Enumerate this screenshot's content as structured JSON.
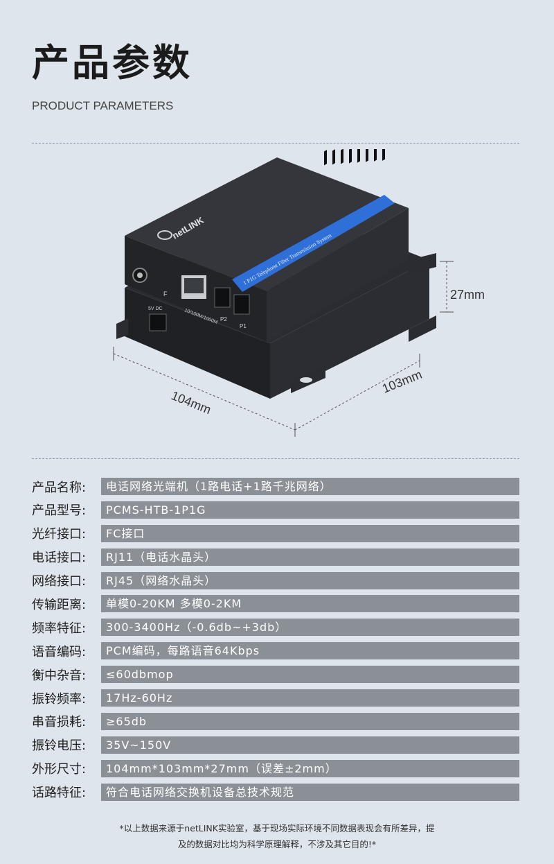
{
  "header": {
    "title": "产品参数",
    "subtitle": "PRODUCT PARAMETERS"
  },
  "product": {
    "brand": "netLINK",
    "stripe_text": "1 P1G Telephone Fiber Transmission System",
    "port_fc": "F",
    "port_rj45": "10/100M/1000M",
    "port_p2": "P2",
    "port_p1": "P1",
    "port_dc": "5V DC",
    "dim_width": "104mm",
    "dim_depth": "103mm",
    "dim_height": "27mm"
  },
  "params": [
    {
      "label": "产品名称:",
      "value": "电话网络光端机（1路电话+1路千兆网络）"
    },
    {
      "label": "产品型号:",
      "value": "PCMS-HTB-1P1G"
    },
    {
      "label": "光纤接口:",
      "value": "FC接口"
    },
    {
      "label": "电话接口:",
      "value": "RJ11（电话水晶头）"
    },
    {
      "label": "网络接口:",
      "value": "RJ45（网络水晶头）"
    },
    {
      "label": "传输距离:",
      "value": "单模0-20KM  多模0-2KM"
    },
    {
      "label": "频率特征:",
      "value": "300-3400Hz（-0.6db~+3db）"
    },
    {
      "label": "语音编码:",
      "value": "PCM编码，每路语音64Kbps"
    },
    {
      "label": "衡中杂音:",
      "value": "≤60dbmop"
    },
    {
      "label": "振铃频率:",
      "value": "17Hz-60Hz"
    },
    {
      "label": "串音损耗:",
      "value": "≥65db"
    },
    {
      "label": "振铃电压:",
      "value": "35V~150V"
    },
    {
      "label": "外形尺寸:",
      "value": "104mm*103mm*27mm（误差±2mm）"
    },
    {
      "label": "话路特征:",
      "value": "符合电话网络交换机设备总技术规范"
    }
  ],
  "footnote": {
    "line1": "*以上数据来源于netLINK实验室，基于现场实际环境不同数据表现会有所差异，提",
    "line2": "及的数据对比均为科学原理解释，不涉及其它目的!*"
  },
  "colors": {
    "background": "#dfe5ec",
    "value_bar": "#8b8f96",
    "device_blue": "#2f6fd8"
  }
}
